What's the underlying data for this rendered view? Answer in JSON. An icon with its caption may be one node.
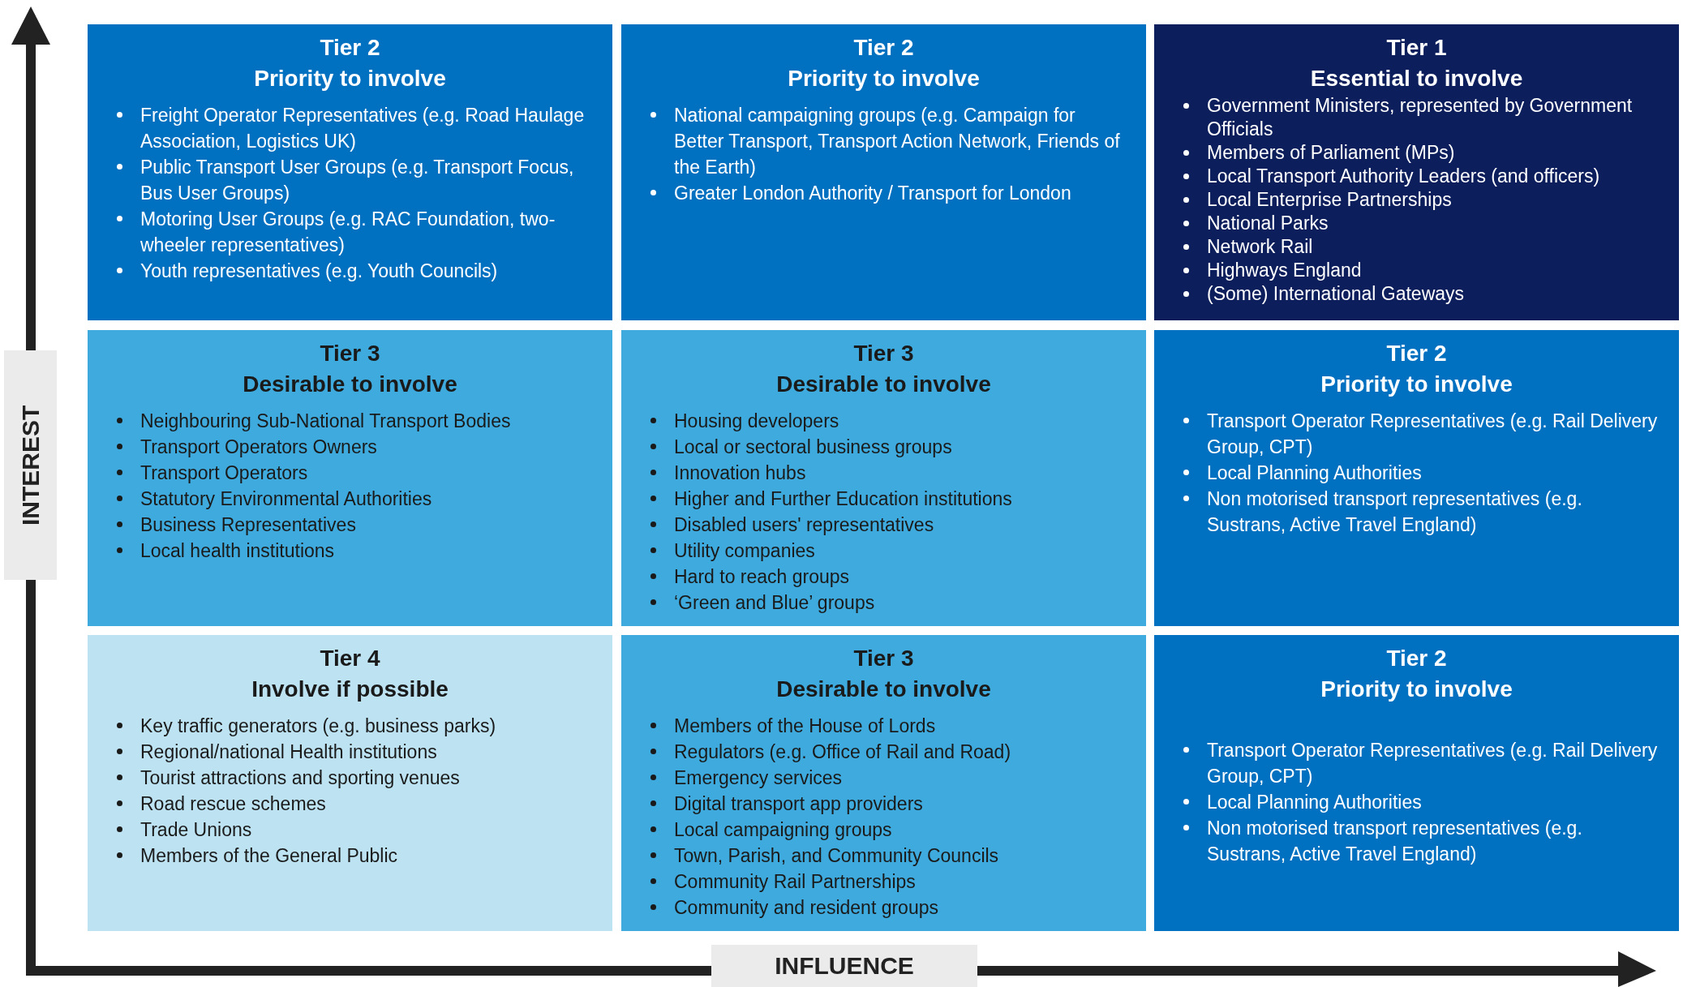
{
  "diagram": {
    "nodes": [
      {
        "text": [
          "Tier 2",
          "Priority to involve",
          "Freight Operator Representatives (e.g. Road Haulage Association, Logistics UK)",
          "Public Transport User Groups (e.g. Transport Focus, Bus User Groups)",
          "Motoring User Groups (e.g. RAC Foundation, two-wheeler representatives)",
          "Youth representatives (e.g. Youth Councils)"
        ]
      },
      {
        "text": [
          "Tier 2",
          "Priority to involve",
          "National campaigning groups (e.g. Campaign for Better Transport, Transport Action Network, Friends of the Earth)",
          "Greater London Authority / Transport for London"
        ]
      },
      {
        "text": [
          "Tier 1",
          "Essential to involve",
          "Government Ministers, represented by Government Officials",
          "Members of Parliament (MPs)",
          "Local Transport Authority Leaders (and officers)",
          "Local Enterprise Partnerships",
          "National Parks",
          "Network Rail",
          "Highways England",
          "(Some) International Gateways"
        ]
      },
      {
        "text": [
          "Tier 3",
          "Desirable to involve",
          "Neighbouring Sub-National Transport Bodies",
          "Transport Operators Owners",
          "Transport Operators",
          "Statutory Environmental Authorities",
          "Business Representatives",
          "Local health institutions"
        ]
      },
      {
        "text": [
          "Tier 3",
          "Desirable to involve",
          "Housing developers",
          "Local or sectoral business groups",
          "Innovation hubs",
          "Higher and Further Education institutions",
          "Disabled users' representatives",
          "Utility companies",
          "Hard to reach groups",
          "‘Green and Blue’ groups"
        ]
      },
      {
        "text": [
          "Tier 2",
          "Priority to involve",
          "Transport Operator Representatives (e.g. Rail Delivery Group, CPT)",
          "Local Planning Authorities",
          "Non motorised transport representatives (e.g. Sustrans, Active Travel England)"
        ]
      },
      {
        "text": [
          "Tier 4",
          "Involve if possible",
          "Key traffic generators (e.g. business parks)",
          "Regional/national Health institutions",
          "Tourist attractions and sporting venues",
          "Road rescue schemes",
          "Trade Unions",
          "Members of the General Public"
        ]
      },
      {
        "text": [
          "Tier 3",
          "Desirable to involve",
          "Members of the House of Lords",
          "Regulators (e.g. Office of Rail and Road)",
          "Emergency services",
          "Digital transport app providers",
          "Local campaigning groups",
          "Town, Parish, and Community Councils",
          "Community Rail Partnerships",
          "Community and resident groups"
        ]
      },
      {
        "text": [
          "Tier 2",
          "Priority to involve",
          "Transport Operator Representatives (e.g. Rail Delivery Group, CPT)",
          "Local Planning Authorities",
          "Non motorised transport representatives (e.g. Sustrans, Active Travel England)"
        ]
      }
    ],
    "labels": [
      "INTEREST",
      "INFLUENCE"
    ]
  }
}
